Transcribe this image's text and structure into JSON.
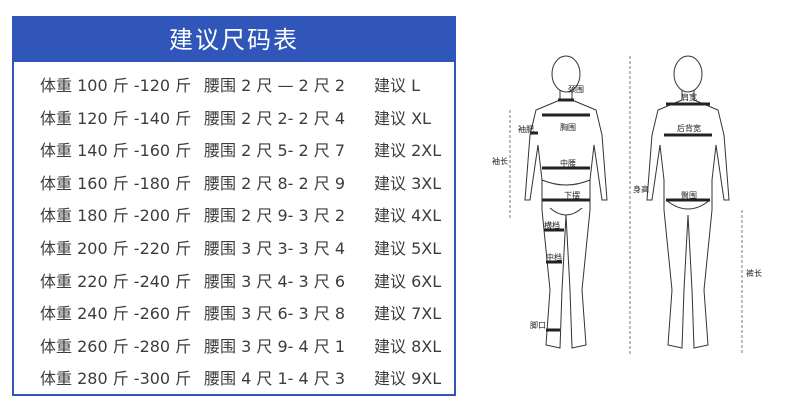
{
  "title": "建议尺码表",
  "rows": [
    {
      "weight": "体重 100 斤 -120 斤",
      "waist": "腰围 2 尺 — 2 尺 2",
      "size": "建议 L"
    },
    {
      "weight": "体重 120 斤 -140 斤",
      "waist": "腰围 2 尺 2- 2 尺 4",
      "size": "建议 XL"
    },
    {
      "weight": "体重 140 斤 -160 斤",
      "waist": "腰围 2 尺 5- 2 尺 7",
      "size": "建议 2XL"
    },
    {
      "weight": "体重 160 斤 -180 斤",
      "waist": "腰围 2 尺 8- 2 尺 9",
      "size": "建议 3XL"
    },
    {
      "weight": "体重 180 斤 -200 斤",
      "waist": "腰围 2 尺 9- 3 尺 2",
      "size": "建议 4XL"
    },
    {
      "weight": "体重 200 斤 -220 斤",
      "waist": "腰围 3 尺 3- 3 尺 4",
      "size": "建议 5XL"
    },
    {
      "weight": "体重 220 斤 -240 斤",
      "waist": "腰围 3 尺 4- 3 尺 6",
      "size": "建议 6XL"
    },
    {
      "weight": "体重 240 斤 -260 斤",
      "waist": "腰围 3 尺 6- 3 尺 8",
      "size": "建议 7XL"
    },
    {
      "weight": "体重 260 斤 -280 斤",
      "waist": "腰围 3 尺 9- 4 尺 1",
      "size": "建议 8XL"
    },
    {
      "weight": "体重 280 斤 -300 斤",
      "waist": "腰围 4 尺 1- 4 尺 3",
      "size": "建议 9XL"
    }
  ],
  "diagram_labels": {
    "neck": "颈围",
    "sleeve_circ": "袖肥",
    "chest": "胸围",
    "sleeve_len": "袖长",
    "waist": "中腰",
    "lower_hem": "下摆",
    "height": "身高",
    "shoulder": "肩宽",
    "back_width": "后背宽",
    "hip": "臀围",
    "thigh": "横档",
    "mid_thigh": "中档",
    "pant_len": "裤长",
    "leg_opening": "脚口"
  },
  "colors": {
    "accent": "#2f56b8"
  }
}
